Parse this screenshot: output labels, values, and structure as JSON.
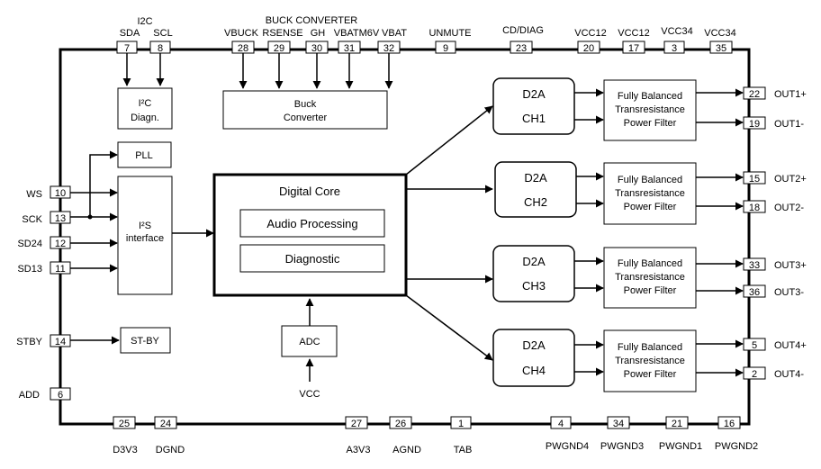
{
  "group_labels": {
    "i2c": "I2C",
    "buck": "BUCK CONVERTER"
  },
  "top_pins": [
    {
      "name": "SDA",
      "num": "7"
    },
    {
      "name": "SCL",
      "num": "8"
    },
    {
      "name": "VBUCK",
      "num": "28"
    },
    {
      "name": "RSENSE",
      "num": "29"
    },
    {
      "name": "GH",
      "num": "30"
    },
    {
      "name": "VBATM6V",
      "num": "31"
    },
    {
      "name": "VBAT",
      "num": "32"
    },
    {
      "name": "UNMUTE",
      "num": "9"
    },
    {
      "name": "CD/DIAG",
      "num": "23"
    },
    {
      "name": "VCC12",
      "num": "20"
    },
    {
      "name": "VCC12",
      "num": "17"
    },
    {
      "name": "VCC34",
      "num": "3"
    },
    {
      "name": "VCC34",
      "num": "35"
    }
  ],
  "left_pins": [
    {
      "name": "WS",
      "num": "10"
    },
    {
      "name": "SCK",
      "num": "13"
    },
    {
      "name": "SD24",
      "num": "12"
    },
    {
      "name": "SD13",
      "num": "11"
    },
    {
      "name": "STBY",
      "num": "14"
    },
    {
      "name": "ADD",
      "num": "6"
    }
  ],
  "bottom_pins": [
    {
      "name": "D3V3",
      "num": "25"
    },
    {
      "name": "DGND",
      "num": "24"
    },
    {
      "name": "A3V3",
      "num": "27"
    },
    {
      "name": "AGND",
      "num": "26"
    },
    {
      "name": "TAB",
      "num": "1"
    },
    {
      "name": "PWGND4",
      "num": "4"
    },
    {
      "name": "PWGND3",
      "num": "34"
    },
    {
      "name": "PWGND1",
      "num": "21"
    },
    {
      "name": "PWGND2",
      "num": "16"
    }
  ],
  "right_pins": [
    {
      "name": "OUT1+",
      "num": "22"
    },
    {
      "name": "OUT1-",
      "num": "19"
    },
    {
      "name": "OUT2+",
      "num": "15"
    },
    {
      "name": "OUT2-",
      "num": "18"
    },
    {
      "name": "OUT3+",
      "num": "33"
    },
    {
      "name": "OUT3-",
      "num": "36"
    },
    {
      "name": "OUT4+",
      "num": "5"
    },
    {
      "name": "OUT4-",
      "num": "2"
    }
  ],
  "blocks": {
    "i2c_diag": [
      "I²C",
      "Diagn."
    ],
    "buck": [
      "Buck",
      "Converter"
    ],
    "pll": "PLL",
    "i2s": [
      "I²S",
      "interface"
    ],
    "stby": "ST-BY",
    "adc": "ADC",
    "vcc": "VCC",
    "core": {
      "title": "Digital Core",
      "audio": "Audio Processing",
      "diag": "Diagnostic"
    },
    "d2a": [
      {
        "top": "D2A",
        "bottom": "CH1"
      },
      {
        "top": "D2A",
        "bottom": "CH2"
      },
      {
        "top": "D2A",
        "bottom": "CH3"
      },
      {
        "top": "D2A",
        "bottom": "CH4"
      }
    ],
    "filters": [
      [
        "Fully Balanced",
        "Transresistance",
        "Power Filter"
      ],
      [
        "Fully Balanced",
        "Transresistance",
        "Power Filter"
      ],
      [
        "Fully Balanced",
        "Transresistance",
        "Power Filter"
      ],
      [
        "Fully Balanced",
        "Transresistance",
        "Power Filter"
      ]
    ]
  }
}
